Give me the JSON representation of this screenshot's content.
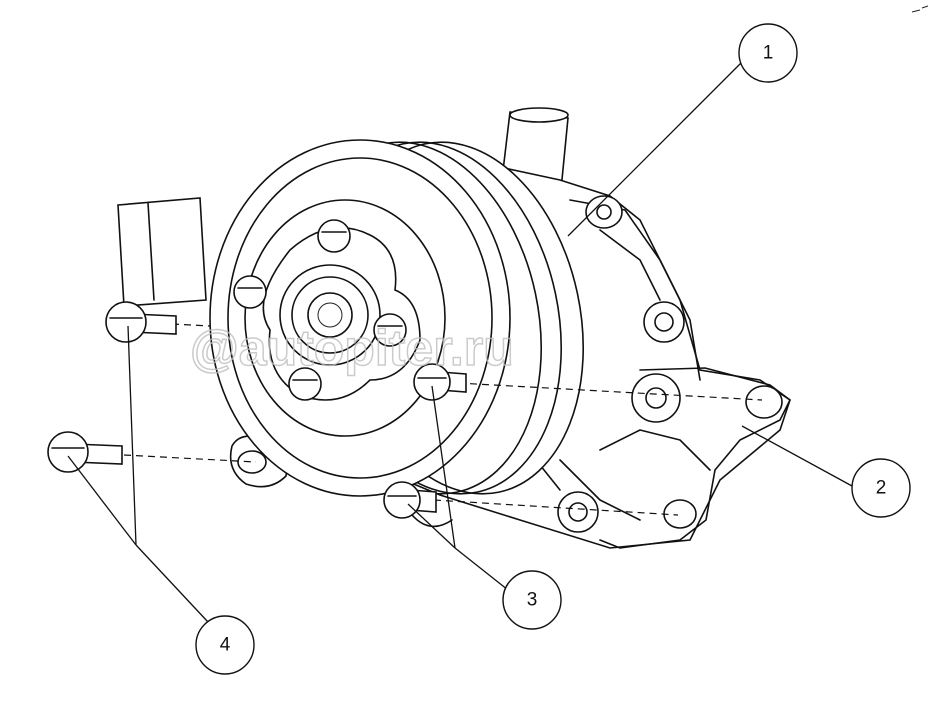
{
  "callouts": [
    {
      "id": "1",
      "label": "1"
    },
    {
      "id": "2",
      "label": "2"
    },
    {
      "id": "3",
      "label": "3"
    },
    {
      "id": "4",
      "label": "4"
    }
  ],
  "watermark": "@autopiter.ru"
}
